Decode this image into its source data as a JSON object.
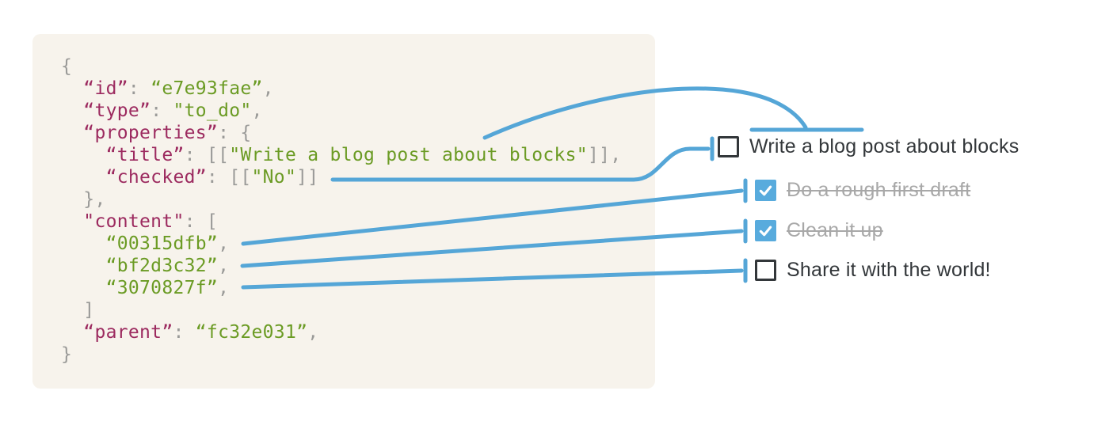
{
  "colors": {
    "panel_bg": "#f7f3ec",
    "code_key": "#9c2a5f",
    "code_string": "#6b9b24",
    "code_punct": "#9a9a98",
    "accent": "#55a6d7",
    "check_bg": "#58abdd",
    "ink": "#33373a",
    "done": "#a8a8a8"
  },
  "code": {
    "lines": [
      [
        {
          "c": "p",
          "t": "{"
        }
      ],
      [
        {
          "c": "p",
          "t": "  "
        },
        {
          "c": "k",
          "t": "“id”"
        },
        {
          "c": "p",
          "t": ": "
        },
        {
          "c": "s",
          "t": "“e7e93fae”"
        },
        {
          "c": "p",
          "t": ","
        }
      ],
      [
        {
          "c": "p",
          "t": "  "
        },
        {
          "c": "k",
          "t": "“type”"
        },
        {
          "c": "p",
          "t": ": "
        },
        {
          "c": "s",
          "t": "\"to_do\""
        },
        {
          "c": "p",
          "t": ","
        }
      ],
      [
        {
          "c": "p",
          "t": "  "
        },
        {
          "c": "k",
          "t": "“properties”"
        },
        {
          "c": "p",
          "t": ": {"
        }
      ],
      [
        {
          "c": "p",
          "t": "    "
        },
        {
          "c": "k",
          "t": "“title”"
        },
        {
          "c": "p",
          "t": ": [["
        },
        {
          "c": "s",
          "t": "\"Write a blog post about blocks\""
        },
        {
          "c": "p",
          "t": "]],"
        }
      ],
      [
        {
          "c": "p",
          "t": "    "
        },
        {
          "c": "k",
          "t": "“checked”"
        },
        {
          "c": "p",
          "t": ": [["
        },
        {
          "c": "s",
          "t": "\"No\""
        },
        {
          "c": "p",
          "t": "]]"
        }
      ],
      [
        {
          "c": "p",
          "t": "  },"
        }
      ],
      [
        {
          "c": "p",
          "t": "  "
        },
        {
          "c": "k",
          "t": "\"content\""
        },
        {
          "c": "p",
          "t": ": ["
        }
      ],
      [
        {
          "c": "p",
          "t": "    "
        },
        {
          "c": "s",
          "t": "“00315dfb”"
        },
        {
          "c": "p",
          "t": ","
        }
      ],
      [
        {
          "c": "p",
          "t": "    "
        },
        {
          "c": "s",
          "t": "“bf2d3c32”"
        },
        {
          "c": "p",
          "t": ","
        }
      ],
      [
        {
          "c": "p",
          "t": "    "
        },
        {
          "c": "s",
          "t": "“3070827f”"
        },
        {
          "c": "p",
          "t": ","
        }
      ],
      [
        {
          "c": "p",
          "t": "  ]"
        }
      ],
      [
        {
          "c": "p",
          "t": "  "
        },
        {
          "c": "k",
          "t": "“parent”"
        },
        {
          "c": "p",
          "t": ": "
        },
        {
          "c": "s",
          "t": "“fc32e031”"
        },
        {
          "c": "p",
          "t": ","
        }
      ],
      [
        {
          "c": "p",
          "t": "}"
        }
      ]
    ]
  },
  "todos": {
    "items": [
      {
        "label": "Write a blog post about blocks",
        "checked": false,
        "completed": false
      },
      {
        "label": "Do a rough first draft",
        "checked": true,
        "completed": true
      },
      {
        "label": "Clean it up",
        "checked": true,
        "completed": true
      },
      {
        "label": "Share it with the world!",
        "checked": false,
        "completed": false
      }
    ]
  }
}
